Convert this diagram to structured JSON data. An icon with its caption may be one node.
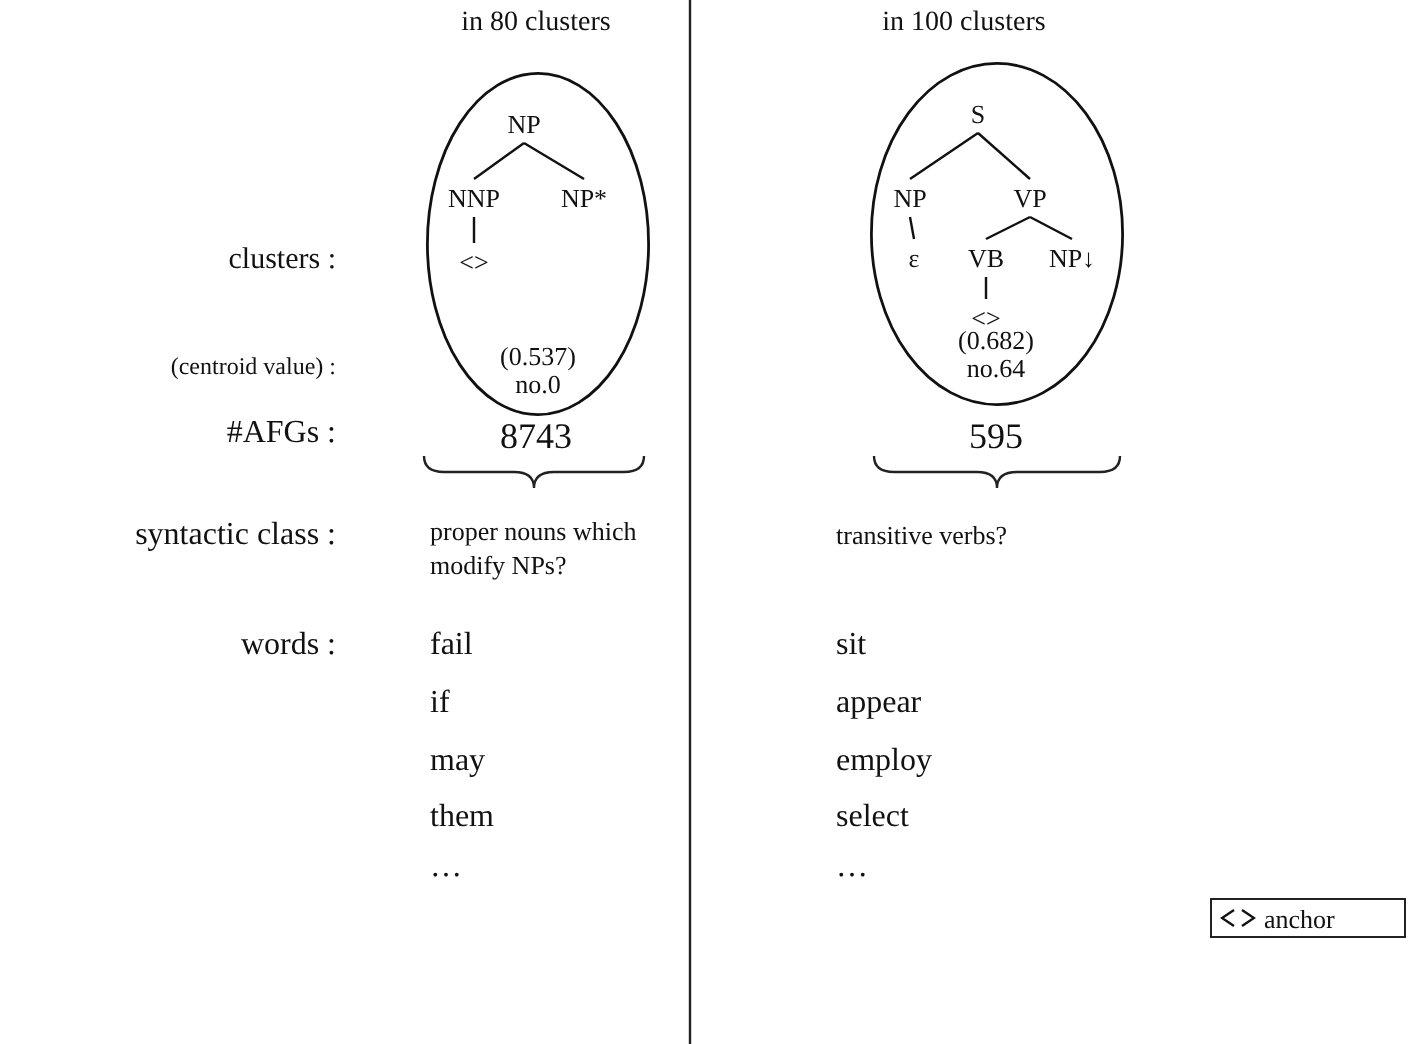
{
  "diagram": {
    "nodes": [
      {
        "text": [
          "(0.537)",
          "no.0"
        ]
      },
      {
        "text": [
          "NP"
        ],
        "in": 0
      },
      {
        "text": [
          "NNP"
        ],
        "in": 0
      },
      {
        "text": [
          "NP*"
        ],
        "in": 0
      },
      {
        "text": [
          "<>"
        ],
        "in": 0
      },
      {
        "text": [
          "(0.682)",
          "no.64"
        ]
      },
      {
        "text": [
          "S"
        ],
        "in": 5
      },
      {
        "text": [
          "NP"
        ],
        "in": 5
      },
      {
        "text": [
          "VP"
        ],
        "in": 5
      },
      {
        "text": [
          "ε"
        ],
        "in": 5
      },
      {
        "text": [
          "VB"
        ],
        "in": 5
      },
      {
        "text": [
          "NP↓"
        ],
        "in": 5
      },
      {
        "text": [
          "<>"
        ],
        "in": 5
      }
    ],
    "edges": [
      {
        "from": 1,
        "to": 2,
        "arrow": "none"
      },
      {
        "from": 1,
        "to": 3,
        "arrow": "none"
      },
      {
        "from": 2,
        "to": 4,
        "arrow": "none"
      },
      {
        "from": 6,
        "to": 7,
        "arrow": "none"
      },
      {
        "from": 6,
        "to": 8,
        "arrow": "none"
      },
      {
        "from": 7,
        "to": 9,
        "arrow": "none"
      },
      {
        "from": 8,
        "to": 10,
        "arrow": "none"
      },
      {
        "from": 8,
        "to": 11,
        "arrow": "none"
      },
      {
        "from": 10,
        "to": 12,
        "arrow": "none"
      }
    ],
    "labels": [
      "in 80 clusters",
      "in 100 clusters",
      "clusters :",
      "(centroid value) :",
      "#AFGs :",
      "8743",
      "595",
      "syntactic class :",
      "proper nouns which modify NPs?",
      "transitive verbs?",
      "words :",
      "fail",
      "sit",
      "if",
      "appear",
      "may",
      "employ",
      "them",
      "select",
      "…",
      "…"
    ],
    "legend": [
      {
        "text": "anchor"
      }
    ]
  }
}
